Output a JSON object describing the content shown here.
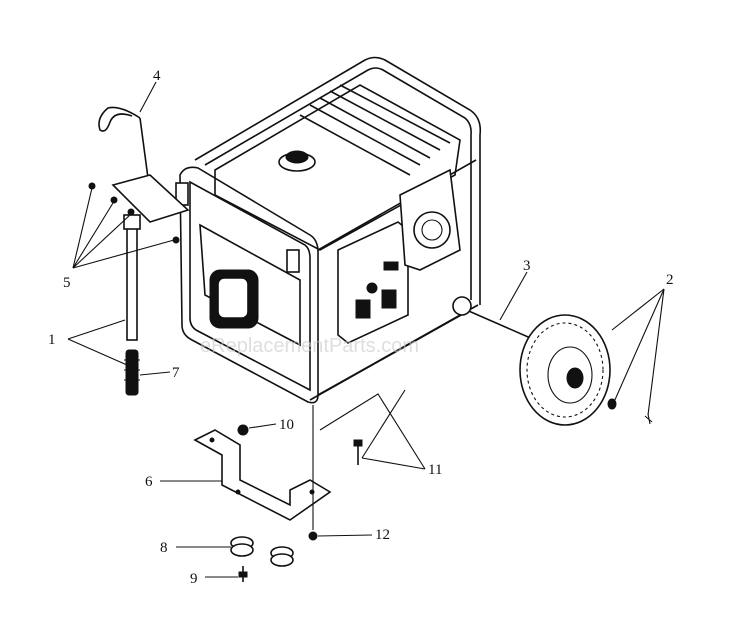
{
  "diagram": {
    "watermark": "eReplacementParts.com",
    "callouts": [
      "1",
      "2",
      "3",
      "4",
      "5",
      "6",
      "7",
      "8",
      "9",
      "10",
      "11",
      "12"
    ]
  }
}
